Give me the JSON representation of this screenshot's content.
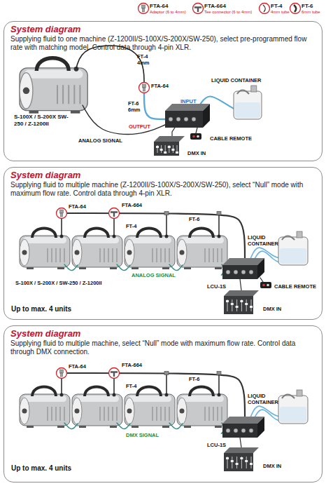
{
  "diagram": {
    "nodes": [
      {
        "text": [
          "System diagram",
          "Supplying fluid to one machine (Z-1200II/S-100X/S-200X/SW-250), select pre-programmed flow rate with matching model. Control data through 4-pin XLR."
        ]
      },
      {
        "text": [
          "System diagram",
          "Supplying fluid to multiple machine (Z-1200II/S-100X/S-200X/SW-250), select “Null” mode with maximum flow rate. Control data through 4-pin XLR."
        ]
      },
      {
        "text": [
          "System diagram",
          "Supplying fluid to multiple machine, select “Null” mode with maximum flow rate. Control data through DMX connection."
        ]
      }
    ],
    "labels": [
      "Adaptor (6 to 4mm)",
      "Tee connector (6 to 4mm)",
      "4mm tube",
      "6mm tube",
      "FT-4 4mm",
      "FTA-64",
      "LIQUID CONTAINER",
      "INPUT",
      "FT-6 6mm",
      "S-100X / S-200X SW-250 / Z-1200II",
      "OUTPUT",
      "ANALOG SIGNAL",
      "CABLE REMOTE",
      "DMX IN",
      "FTA-64",
      "FTA-664",
      "FT-4",
      "FT-6",
      "LIQUID CONTAINER",
      "ANALOG SIGNAL",
      "S-100X / S-200X / SW-250 / Z-1200II",
      "LCU-1S",
      "CABLE REMOTE",
      "DMX IN",
      "Up to max. 4 units",
      "FTA-64",
      "FTA-664",
      "FT-4",
      "FT-6",
      "LIQUID CONTAINER",
      "DMX SIGNAL",
      "LCU-1S",
      "DMX IN",
      "Up to max. 4 units"
    ],
    "legend": [
      {
        "text": "FTA-64"
      },
      {
        "text": "FTA-664"
      },
      {
        "text": "FT-4"
      },
      {
        "text": "FT-6"
      }
    ]
  }
}
